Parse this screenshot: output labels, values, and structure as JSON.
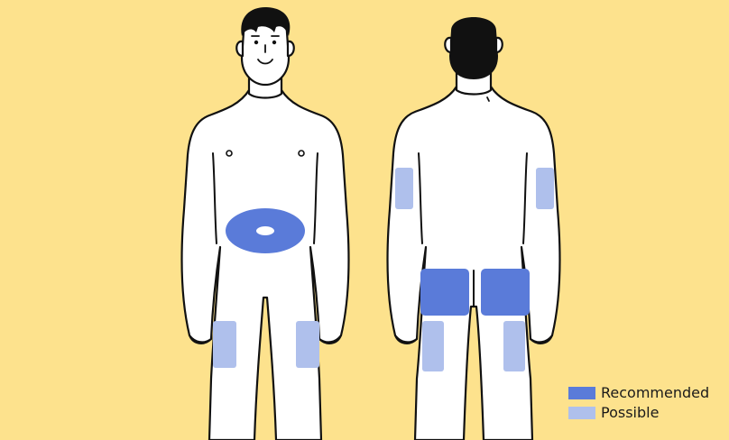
{
  "colors": {
    "background": "#FDE28D",
    "body_fill": "#FFFFFF",
    "outline": "#111111",
    "hair": "#111111",
    "recommended": "#5A7BD9",
    "possible": "#AFC0EC"
  },
  "views": [
    "front",
    "back"
  ],
  "legend": {
    "items": [
      {
        "key": "recommended",
        "label": "Recommended"
      },
      {
        "key": "possible",
        "label": "Possible"
      }
    ]
  },
  "sites": {
    "front": [
      {
        "name": "abdomen",
        "level": "recommended"
      },
      {
        "name": "left-thigh",
        "level": "possible"
      },
      {
        "name": "right-thigh",
        "level": "possible"
      }
    ],
    "back": [
      {
        "name": "left-upper-arm",
        "level": "possible"
      },
      {
        "name": "right-upper-arm",
        "level": "possible"
      },
      {
        "name": "left-buttock",
        "level": "recommended"
      },
      {
        "name": "right-buttock",
        "level": "recommended"
      },
      {
        "name": "left-thigh",
        "level": "possible"
      },
      {
        "name": "right-thigh",
        "level": "possible"
      }
    ]
  }
}
